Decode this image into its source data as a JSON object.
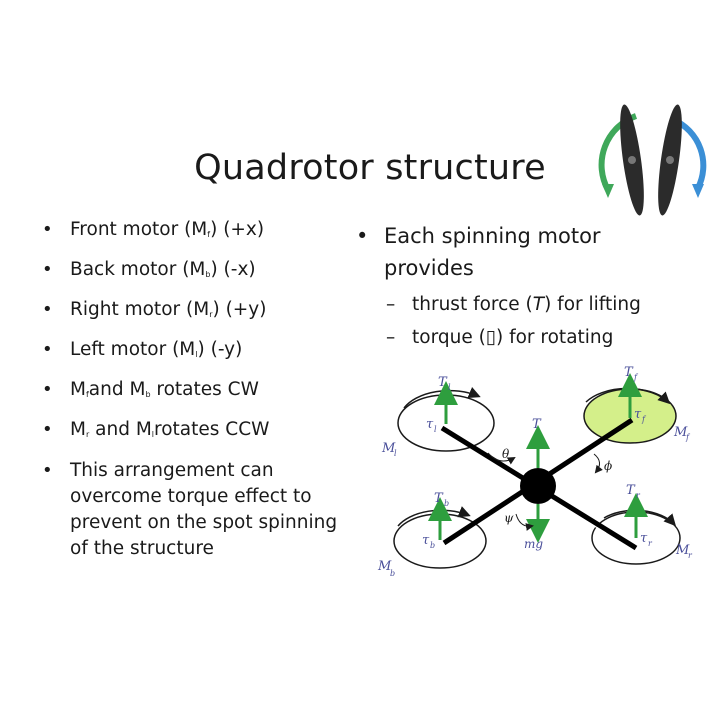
{
  "slide": {
    "title": "Quadrotor structure",
    "left_bullets": [
      {
        "pre": "Front motor (M",
        "sub": "f",
        "post": ") (+x)"
      },
      {
        "pre": "Back motor (M",
        "sub": "b",
        "post": ") (-x)"
      },
      {
        "pre": "Right motor (M",
        "sub": "r",
        "post": ") (+y)"
      },
      {
        "pre": "Left motor (M",
        "sub": "l",
        "post": ") (-y)"
      },
      {
        "pre": "M",
        "sub": "f",
        "mid": "and M",
        "sub2": "b",
        "post": " rotates CW"
      },
      {
        "pre": "M",
        "sub": "r",
        "mid": " and M",
        "sub2": "l",
        "post": "rotates CCW"
      },
      {
        "text": "This arrangement can overcome torque effect to prevent on the spot spinning of the structure"
      }
    ],
    "right_main": "Each spinning motor provides",
    "right_sub": [
      {
        "pre": "thrust force (",
        "sym": "T",
        "post": ") for lifting"
      },
      {
        "pre": "torque (",
        "sym": "▯",
        "post": ") for rotating"
      }
    ],
    "diagram": {
      "labels": {
        "T_l": "T",
        "T_f": "T",
        "T_b": "T",
        "T_r": "T",
        "T_c": "T",
        "tau_l": "τ",
        "tau_f": "τ",
        "tau_b": "τ",
        "tau_r": "τ",
        "M_l": "M",
        "M_f": "M",
        "M_b": "M",
        "M_r": "M",
        "sub_l": "l",
        "sub_f": "f",
        "sub_b": "b",
        "sub_r": "r",
        "theta": "θ",
        "phi": "ϕ",
        "psi": "ψ",
        "mg": "mg"
      },
      "colors": {
        "arrow": "#2e9e3e",
        "label": "#4a4f9a",
        "highlight": "#d4ef8a",
        "body": "#000000"
      }
    },
    "propeller_icon": "propeller-rotation-icon"
  }
}
